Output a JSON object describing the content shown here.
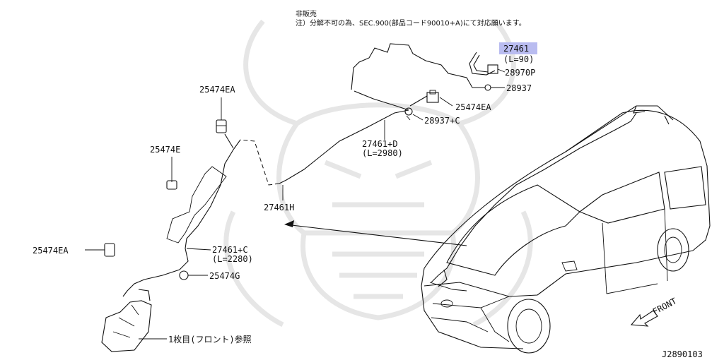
{
  "note": {
    "line1": "非販売",
    "line2": "注）分解不可の為、SEC.900(部品コード90010+A)にて対応願います。"
  },
  "parts": {
    "p27461": "27461",
    "p27461_len": "(L=90)",
    "p28970P": "28970P",
    "p28937": "28937",
    "p25474EA_upper": "25474EA",
    "p28937C": "28937+C",
    "p27461D": "27461+D",
    "p27461D_len": "(L=2980)",
    "p25474EA_left": "25474EA",
    "p25474E": "25474E",
    "p27461H": "27461H",
    "p25474EA_lower": "25474EA",
    "p27461C": "27461+C",
    "p27461C_len": "(L=2280)",
    "p25474G": "25474G",
    "tank": "1枚目(フロント)参照"
  },
  "direction": "FRONT",
  "diagram_id": "J2890103",
  "colors": {
    "highlight": "#b9bcf0",
    "ink": "#111111",
    "watermark": "#e6e6e6"
  }
}
